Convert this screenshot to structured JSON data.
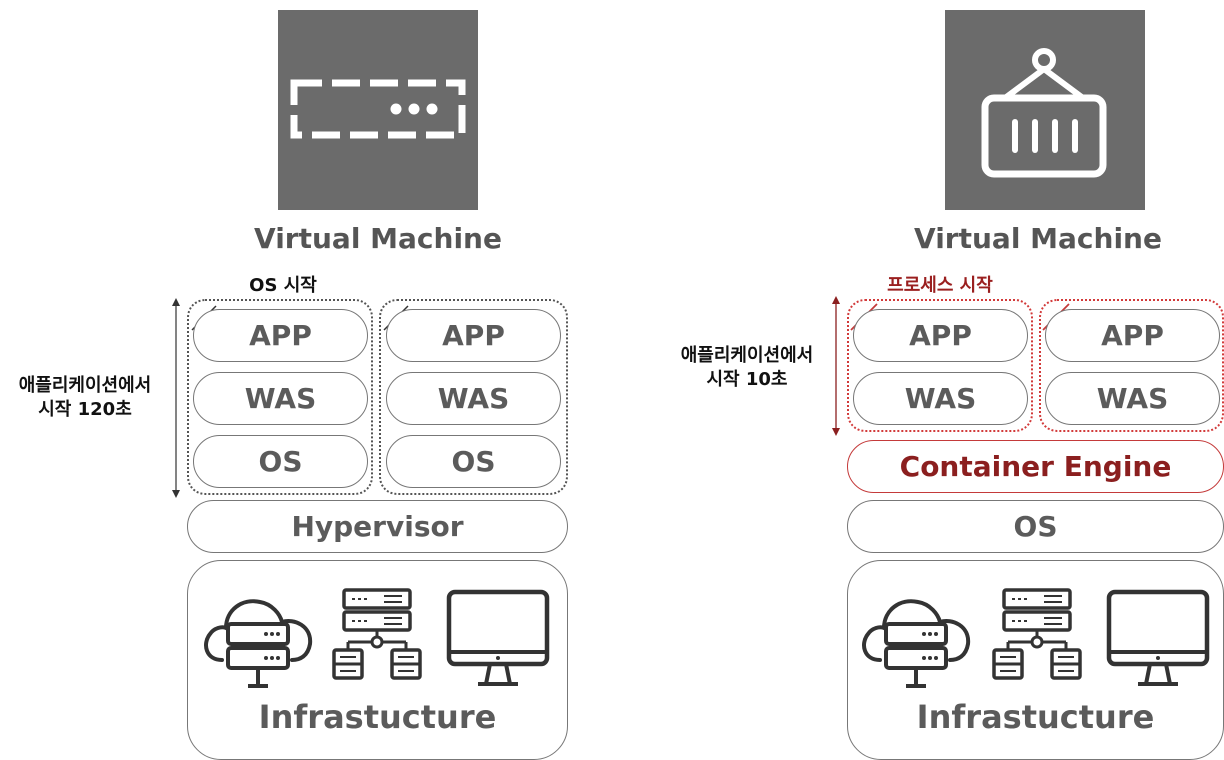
{
  "colors": {
    "tile": "#6b6b6b",
    "text": "#5b5b5b",
    "accent": "#8b1f1f",
    "accent_line": "#c43a3a"
  },
  "left": {
    "icon": "vm-server-icon",
    "title": "Virtual Machine",
    "start_note": "OS 시작",
    "side_note_line1": "애플리케이션에서",
    "side_note_line2": "시작 120초",
    "group1": {
      "app": "APP",
      "was": "WAS",
      "os": "OS"
    },
    "group2": {
      "app": "APP",
      "was": "WAS",
      "os": "OS"
    },
    "hypervisor": "Hypervisor",
    "infra": "Infrastucture"
  },
  "right": {
    "icon": "container-icon",
    "title": "Virtual Machine",
    "start_note": "프로세스 시작",
    "side_note_line1": "애플리케이션에서",
    "side_note_line2": "시작 10초",
    "group1": {
      "app": "APP",
      "was": "WAS"
    },
    "group2": {
      "app": "APP",
      "was": "WAS"
    },
    "engine": "Container Engine",
    "os": "OS",
    "infra": "Infrastucture"
  }
}
